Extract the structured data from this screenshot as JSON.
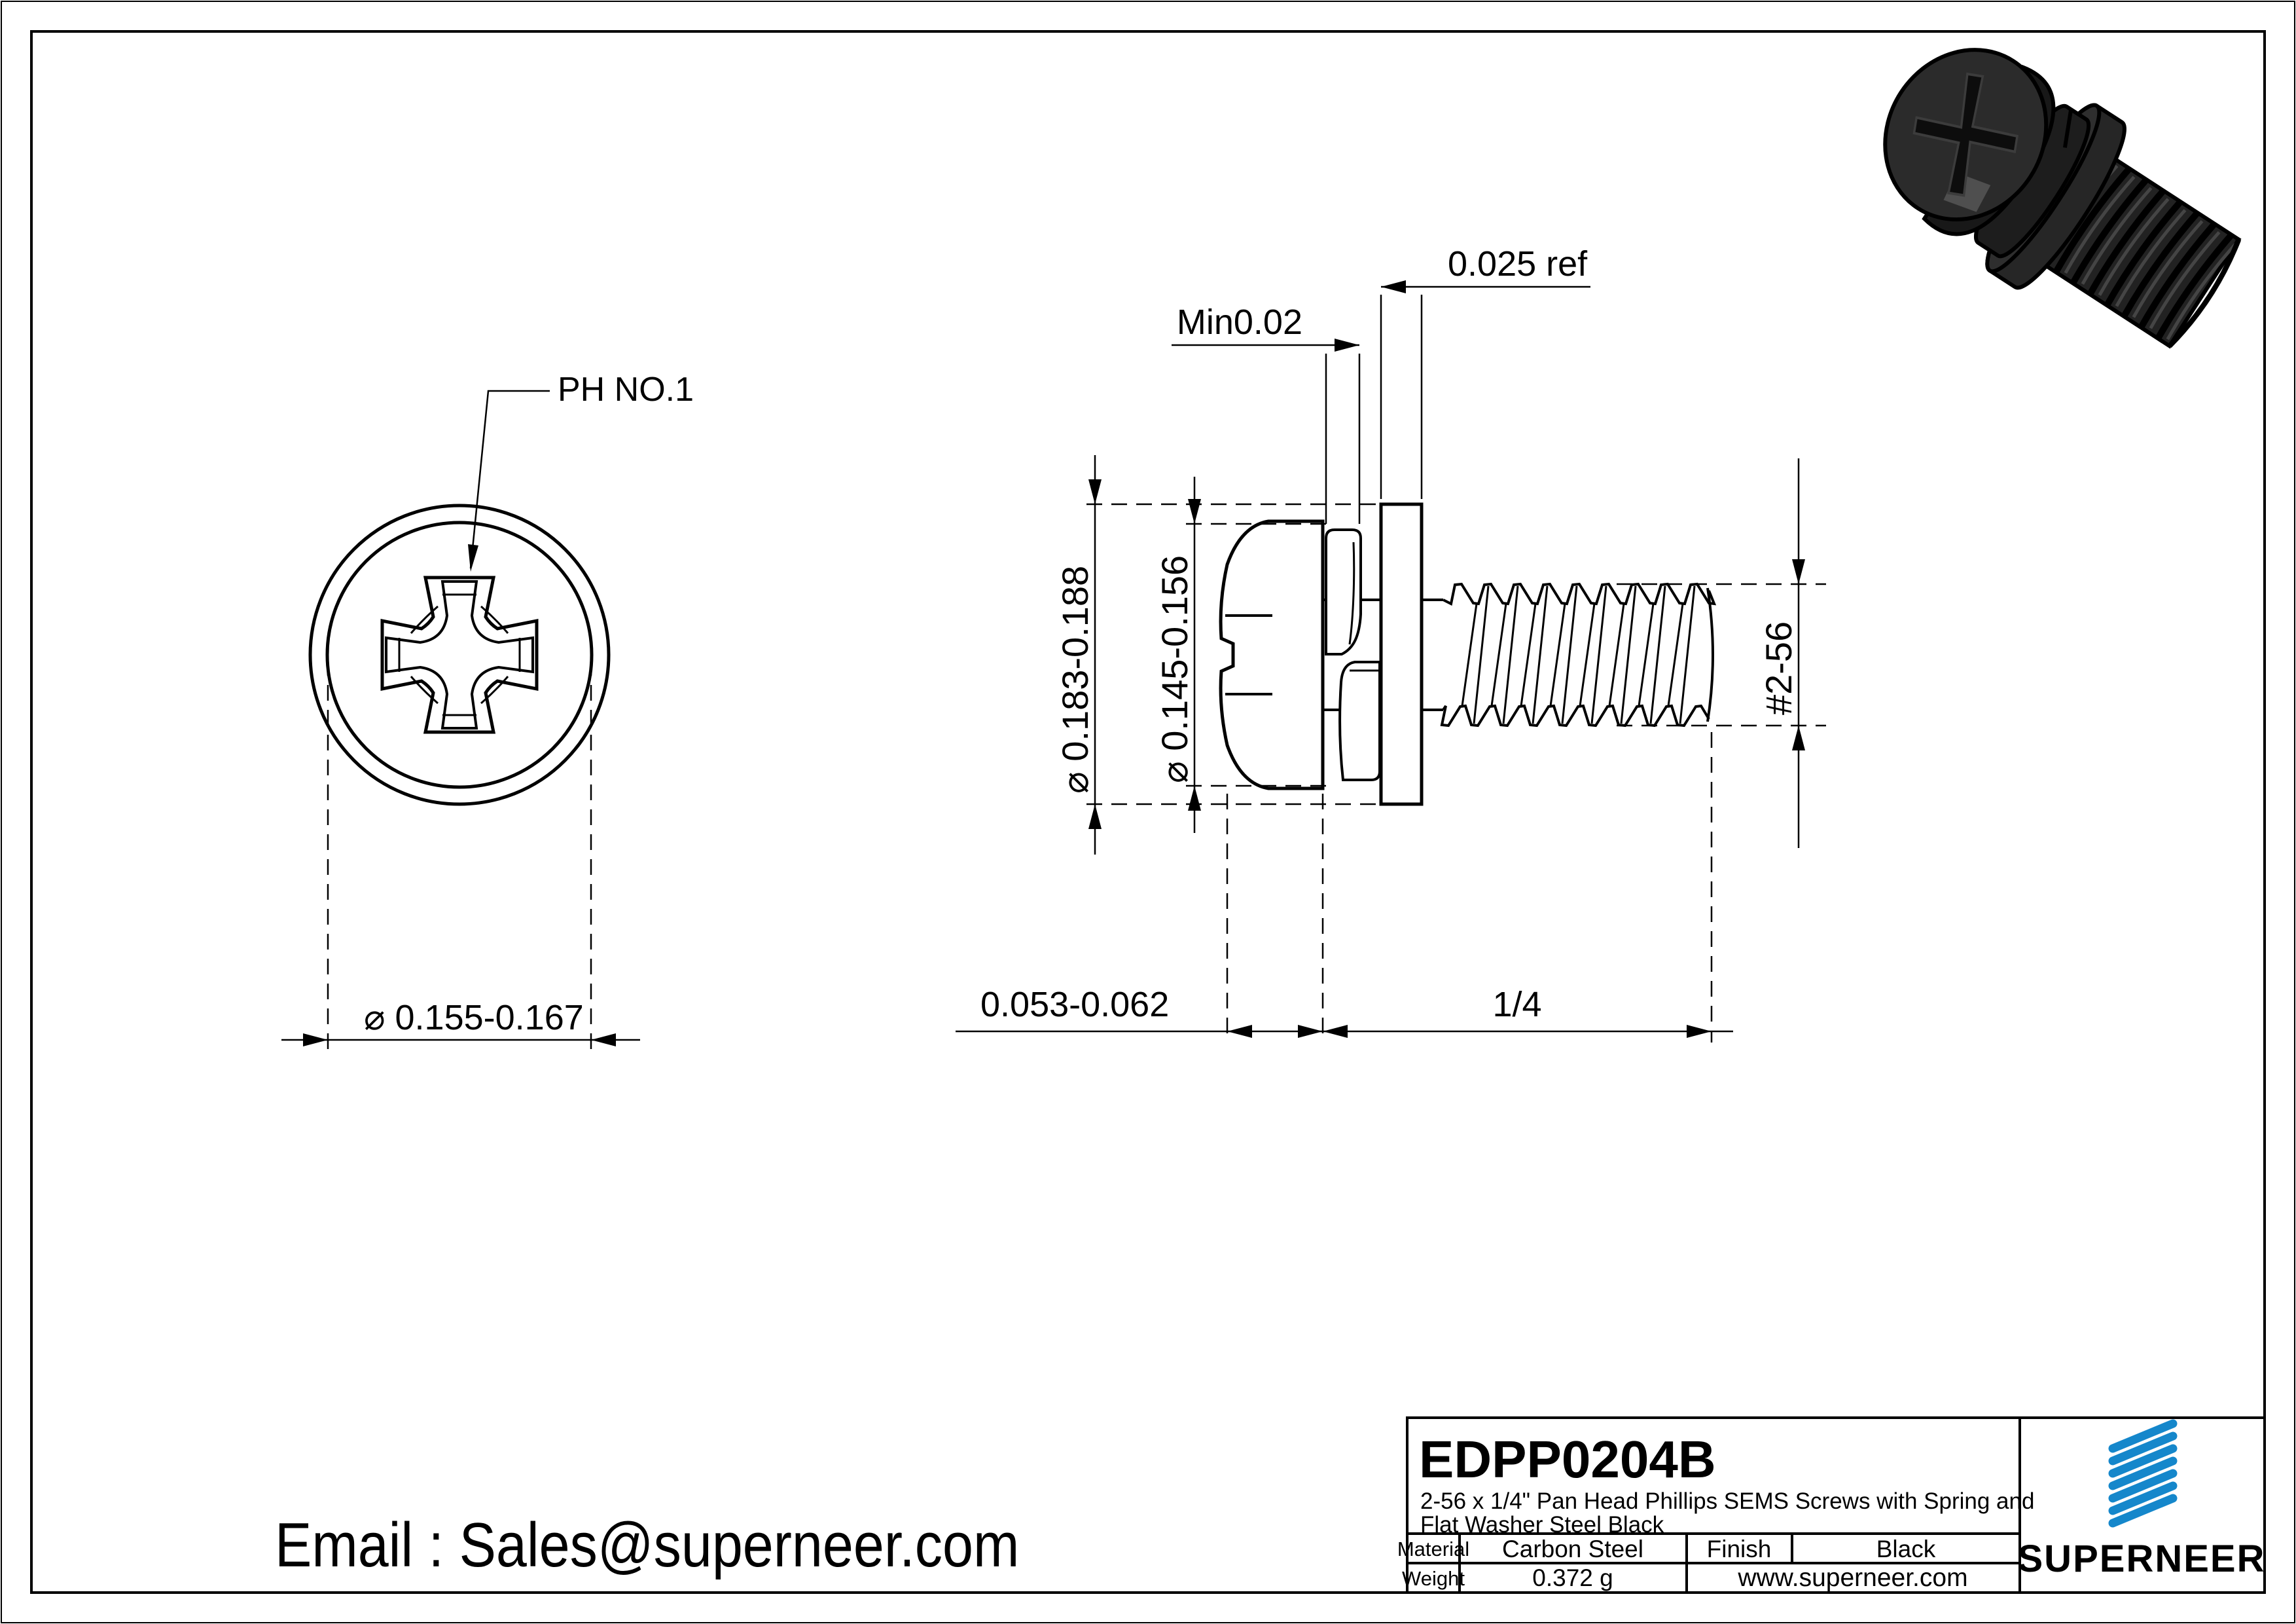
{
  "page": {
    "line_color": "#000000",
    "brand_blue": "#1587cb",
    "link_blue": "#1e9cd7"
  },
  "views": {
    "front": {
      "drive_label": "PH NO.1",
      "diameter_label": "⌀ 0.155-0.167"
    },
    "side": {
      "washer_od_label": "⌀ 0.183-0.188",
      "head_od_label": "⌀ 0.145-0.156",
      "spring_thickness_label": "Min0.02",
      "flat_washer_thickness_label": "0.025 ref",
      "head_height_label": "0.053-0.062",
      "thread_length_label": "1/4",
      "thread_size_label": "#2-56"
    }
  },
  "contact": {
    "email": "Email : Sales@superneer.com"
  },
  "title_block": {
    "part_number": "EDPP0204B",
    "description_line1": "2-56 x 1/4\" Pan Head Phillips SEMS Screws with Spring and",
    "description_line2": "Flat Washer Steel Black",
    "material_label": "Material",
    "material_value": "Carbon Steel",
    "finish_label": "Finish",
    "finish_value": "Black",
    "weight_label": "Weight",
    "weight_value": "0.372 g",
    "website": "www.superneer.com",
    "brand": "SUPERNEER"
  }
}
